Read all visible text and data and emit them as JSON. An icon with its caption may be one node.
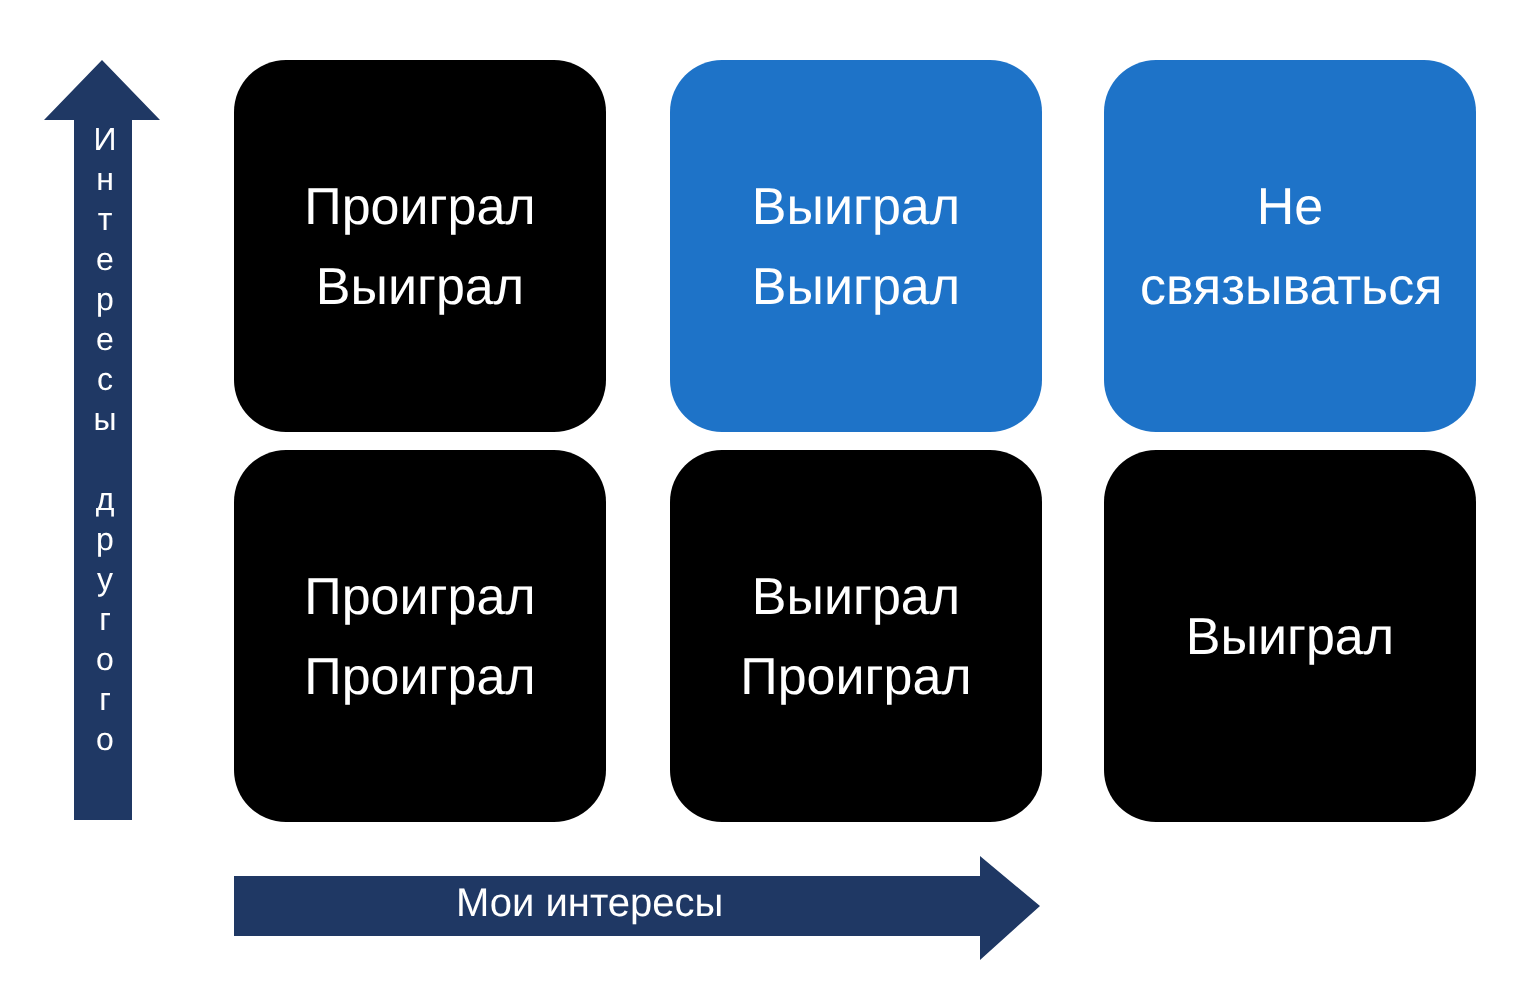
{
  "diagram": {
    "nodes": [
      {
        "text": [
          "Проиграл Выиграл"
        ]
      },
      {
        "text": [
          "Выиграл Выиграл"
        ]
      },
      {
        "text": [
          "Не связываться"
        ]
      },
      {
        "text": [
          "Проиграл Проиграл"
        ]
      },
      {
        "text": [
          "Выиграл Проиграл"
        ]
      },
      {
        "text": [
          "Выиграл"
        ]
      }
    ],
    "labels": [
      "Интересы другого",
      "Мои интересы"
    ]
  }
}
